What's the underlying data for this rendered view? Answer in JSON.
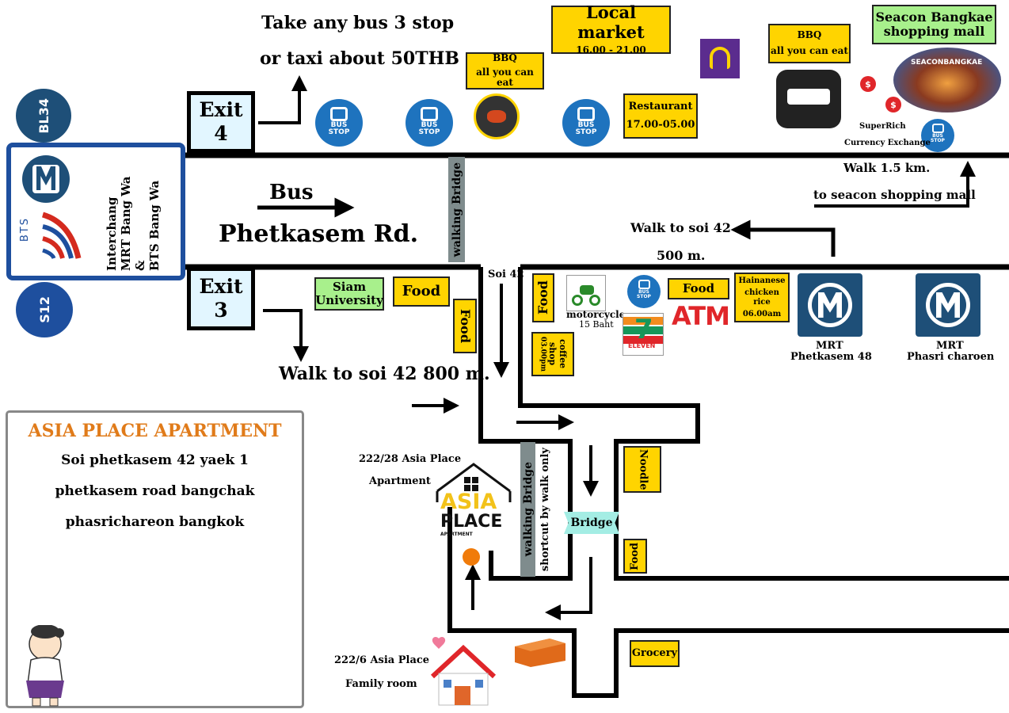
{
  "stations": {
    "bl34": "BL34",
    "s12": "S12",
    "interchange_line1": "BTS Bang Wa",
    "interchange_line2": "&",
    "interchange_line3": "MRT Bang Wa",
    "interchange_line4": "Interchang",
    "bts_logo": "BTS"
  },
  "exits": {
    "exit4_line1": "Exit",
    "exit4_line2": "4",
    "exit3_line1": "Exit",
    "exit3_line2": "3"
  },
  "directions": {
    "bus_taxi_line1": "Take any bus 3 stop",
    "bus_taxi_line2": "or taxi about 50THB",
    "bus": "Bus",
    "road": "Phetkasem Rd.",
    "walk_soi42_800": "Walk to soi 42 800 m.",
    "walk_soi42_line1": "Walk to soi 42",
    "walk_soi42_line2": "500 m.",
    "walk_mall_line1": "Walk 1.5 km.",
    "walk_mall_line2": "to seacon shopping mall",
    "soi42": "Soi 42"
  },
  "bridges": {
    "walking_bridge_top": "walking Bridge",
    "walking_bridge_2": "walking Bridge",
    "shortcut": "shortcut  by walk only",
    "bridge": "Bridge"
  },
  "places": {
    "local_market_title": "Local market",
    "local_market_hours": "16.00  -  21.00",
    "bbq1_line1": "BBQ",
    "bbq1_line2": "all you can eat",
    "bbq2_line1": "BBQ",
    "bbq2_line2": "all you can eat",
    "restaurant_line1": "Restaurant",
    "restaurant_line2": "17.00-05.00",
    "seacon_line1": "Seacon Bangkae",
    "seacon_line2": "shopping mall",
    "seacon_sign": "SEACONBANGKAE",
    "superrich_line1": "SuperRich",
    "superrich_line2": "Currency Exchange",
    "siam_line1": "Siam",
    "siam_line2": "University",
    "food_1": "Food",
    "food_2": "Food",
    "food_3": "Food",
    "food_4": "Food",
    "food_5": "Food",
    "motorcycle_line1": "motorcycle",
    "motorcycle_line2": "15 Baht",
    "coffee_line1": "coffee",
    "coffee_line2": "shop",
    "coffee_line3": "03.00pm",
    "atm": "ATM",
    "seven_eleven": "ELEVEN",
    "hainanese_line1": "Hainanese",
    "hainanese_line2": "chicken rice",
    "hainanese_line3": "06.00am",
    "mrt1_line1": "MRT",
    "mrt1_line2": "Phetkasem 48",
    "mrt2_line1": "MRT",
    "mrt2_line2": "Phasri charoen",
    "noodle": "Noodle",
    "grocery": "Grocery",
    "apt_addr_line1": "222/28 Asia Place",
    "apt_addr_line2": "Apartment",
    "family_line1": "222/6 Asia Place",
    "family_line2": "Family room",
    "asia_logo_line1": "ASIA",
    "asia_logo_line2": "PLACE",
    "asia_logo_line3": "APARTMENT",
    "bus_stop_word1": "BUS",
    "bus_stop_word2": "STOP"
  },
  "info_box": {
    "title": "ASIA PLACE APARTMENT",
    "line1": "Soi phetkasem 42 yaek 1",
    "line2": "phetkasem road bangchak",
    "line3": "phasrichareon bangkok"
  },
  "colors": {
    "yellow_box": "#ffd400",
    "green_box": "#a8f08c",
    "bus_blue": "#1e73be",
    "station_navy": "#1e4f78",
    "bridge_gray": "#7f8c8d",
    "title_orange": "#e07b1a"
  }
}
